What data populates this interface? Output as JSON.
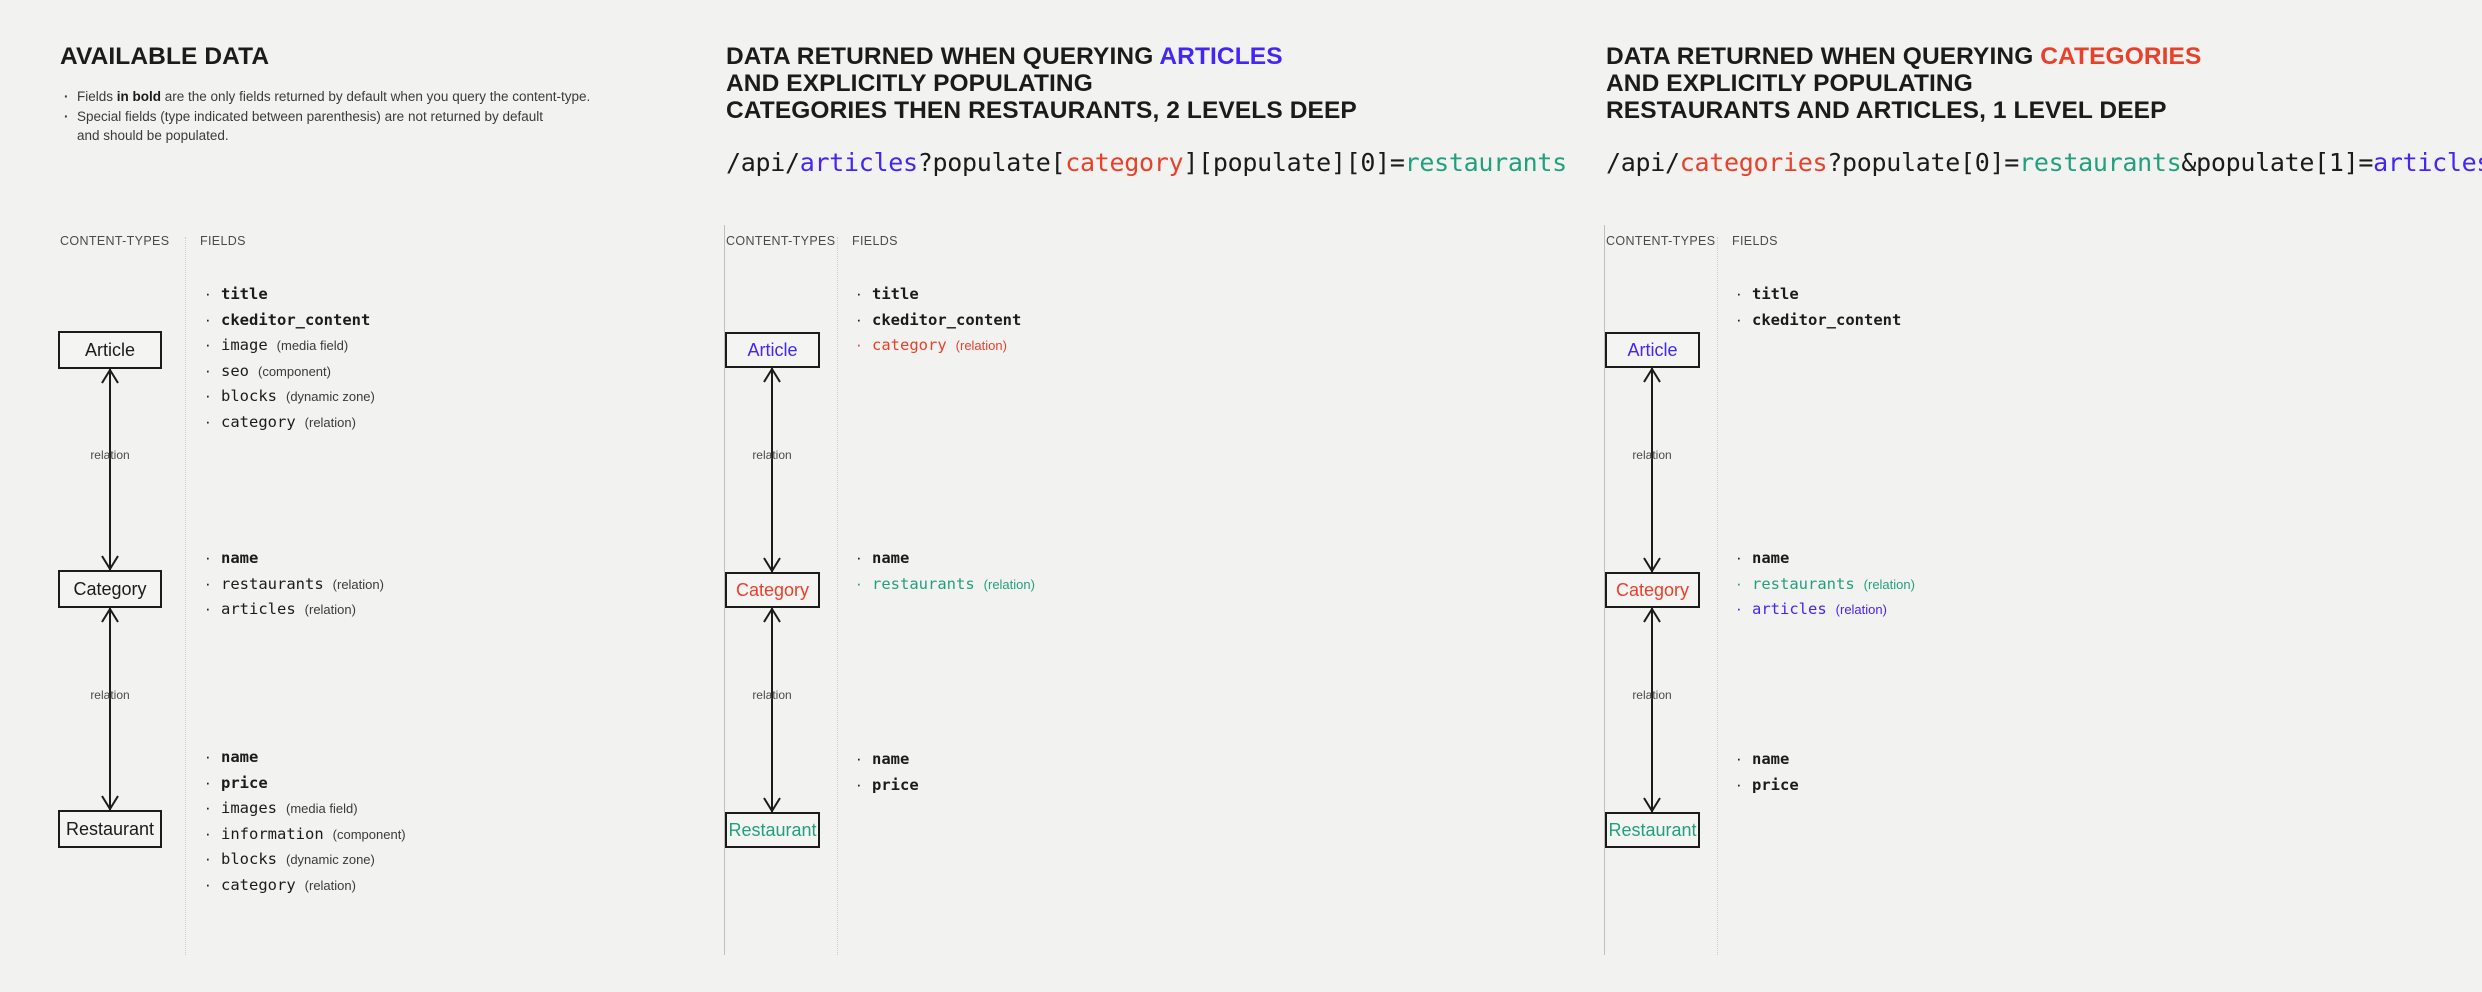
{
  "colors": {
    "blue": "#4326f5",
    "red": "#e8402a",
    "green": "#22a07e",
    "ink": "#1b1b1b",
    "background": "#f2f2f1"
  },
  "panels": [
    {
      "id": "available-data",
      "heading_plain": "AVAILABLE DATA",
      "notes": [
        {
          "pre": "Fields ",
          "bold": "in bold",
          "post": " are the only fields returned by default when you query the content-type."
        },
        {
          "pre": "Special fields (type indicated between parenthesis) are not returned by default and should be populated.",
          "bold": "",
          "post": ""
        }
      ],
      "captions": {
        "content_types": "CONTENT-TYPES",
        "fields": "FIELDS"
      },
      "entities": [
        {
          "name": "Article",
          "color": "ink"
        },
        {
          "name": "Category",
          "color": "ink"
        },
        {
          "name": "Restaurant",
          "color": "ink"
        }
      ],
      "relation_labels": [
        "relation",
        "relation"
      ],
      "field_groups": [
        [
          {
            "name": "title",
            "type": "",
            "bold": true,
            "color": "ink"
          },
          {
            "name": "ckeditor_content",
            "type": "",
            "bold": true,
            "color": "ink"
          },
          {
            "name": "image",
            "type": "(media field)",
            "bold": false,
            "color": "ink"
          },
          {
            "name": "seo",
            "type": "(component)",
            "bold": false,
            "color": "ink"
          },
          {
            "name": "blocks",
            "type": "(dynamic zone)",
            "bold": false,
            "color": "ink"
          },
          {
            "name": "category",
            "type": "(relation)",
            "bold": false,
            "color": "ink"
          }
        ],
        [
          {
            "name": "name",
            "type": "",
            "bold": true,
            "color": "ink"
          },
          {
            "name": "restaurants",
            "type": "(relation)",
            "bold": false,
            "color": "ink"
          },
          {
            "name": "articles",
            "type": "(relation)",
            "bold": false,
            "color": "ink"
          }
        ],
        [
          {
            "name": "name",
            "type": "",
            "bold": true,
            "color": "ink"
          },
          {
            "name": "price",
            "type": "",
            "bold": true,
            "color": "ink"
          },
          {
            "name": "images",
            "type": "(media field)",
            "bold": false,
            "color": "ink"
          },
          {
            "name": "information",
            "type": "(component)",
            "bold": false,
            "color": "ink"
          },
          {
            "name": "blocks",
            "type": "(dynamic zone)",
            "bold": false,
            "color": "ink"
          },
          {
            "name": "category",
            "type": "(relation)",
            "bold": false,
            "color": "ink"
          }
        ]
      ]
    },
    {
      "id": "query-articles",
      "heading_lines": [
        [
          {
            "t": "DATA RETURNED WHEN QUERYING ",
            "c": "ink"
          },
          {
            "t": "ARTICLES",
            "c": "blue"
          }
        ],
        [
          {
            "t": "AND EXPLICITLY POPULATING",
            "c": "ink"
          }
        ],
        [
          {
            "t": "CATEGORIES THEN RESTAURANTS, 2 LEVELS DEEP",
            "c": "ink"
          }
        ]
      ],
      "api_url": [
        {
          "t": "/api/",
          "c": "ink"
        },
        {
          "t": "articles",
          "c": "blue"
        },
        {
          "t": "?populate[",
          "c": "ink"
        },
        {
          "t": "category",
          "c": "red"
        },
        {
          "t": "][populate][0]=",
          "c": "ink"
        },
        {
          "t": "restaurants",
          "c": "green"
        }
      ],
      "captions": {
        "content_types": "CONTENT-TYPES",
        "fields": "FIELDS"
      },
      "entities": [
        {
          "name": "Article",
          "color": "blue"
        },
        {
          "name": "Category",
          "color": "red"
        },
        {
          "name": "Restaurant",
          "color": "green"
        }
      ],
      "relation_labels": [
        "relation",
        "relation"
      ],
      "field_groups": [
        [
          {
            "name": "title",
            "type": "",
            "bold": true,
            "color": "ink"
          },
          {
            "name": "ckeditor_content",
            "type": "",
            "bold": true,
            "color": "ink"
          },
          {
            "name": "category",
            "type": "(relation)",
            "bold": false,
            "color": "red"
          }
        ],
        [
          {
            "name": "name",
            "type": "",
            "bold": true,
            "color": "ink"
          },
          {
            "name": "restaurants",
            "type": "(relation)",
            "bold": false,
            "color": "green"
          }
        ],
        [
          {
            "name": "name",
            "type": "",
            "bold": true,
            "color": "ink"
          },
          {
            "name": "price",
            "type": "",
            "bold": true,
            "color": "ink"
          }
        ]
      ]
    },
    {
      "id": "query-categories",
      "heading_lines": [
        [
          {
            "t": "DATA RETURNED WHEN QUERYING ",
            "c": "ink"
          },
          {
            "t": "CATEGORIES",
            "c": "red"
          }
        ],
        [
          {
            "t": "AND EXPLICITLY POPULATING",
            "c": "ink"
          }
        ],
        [
          {
            "t": "RESTAURANTS AND ARTICLES, 1 LEVEL DEEP",
            "c": "ink"
          }
        ]
      ],
      "api_url": [
        {
          "t": "/api/",
          "c": "ink"
        },
        {
          "t": "categories",
          "c": "red"
        },
        {
          "t": "?populate[0]=",
          "c": "ink"
        },
        {
          "t": "restaurants",
          "c": "green"
        },
        {
          "t": "&populate[1]=",
          "c": "ink"
        },
        {
          "t": "articles",
          "c": "blue"
        }
      ],
      "captions": {
        "content_types": "CONTENT-TYPES",
        "fields": "FIELDS"
      },
      "entities": [
        {
          "name": "Article",
          "color": "blue"
        },
        {
          "name": "Category",
          "color": "red"
        },
        {
          "name": "Restaurant",
          "color": "green"
        }
      ],
      "relation_labels": [
        "relation",
        "relation"
      ],
      "field_groups": [
        [
          {
            "name": "title",
            "type": "",
            "bold": true,
            "color": "ink"
          },
          {
            "name": "ckeditor_content",
            "type": "",
            "bold": true,
            "color": "ink"
          }
        ],
        [
          {
            "name": "name",
            "type": "",
            "bold": true,
            "color": "ink"
          },
          {
            "name": "restaurants",
            "type": "(relation)",
            "bold": false,
            "color": "green"
          },
          {
            "name": "articles",
            "type": "(relation)",
            "bold": false,
            "color": "blue"
          }
        ],
        [
          {
            "name": "name",
            "type": "",
            "bold": true,
            "color": "ink"
          },
          {
            "name": "price",
            "type": "",
            "bold": true,
            "color": "ink"
          }
        ]
      ]
    }
  ]
}
